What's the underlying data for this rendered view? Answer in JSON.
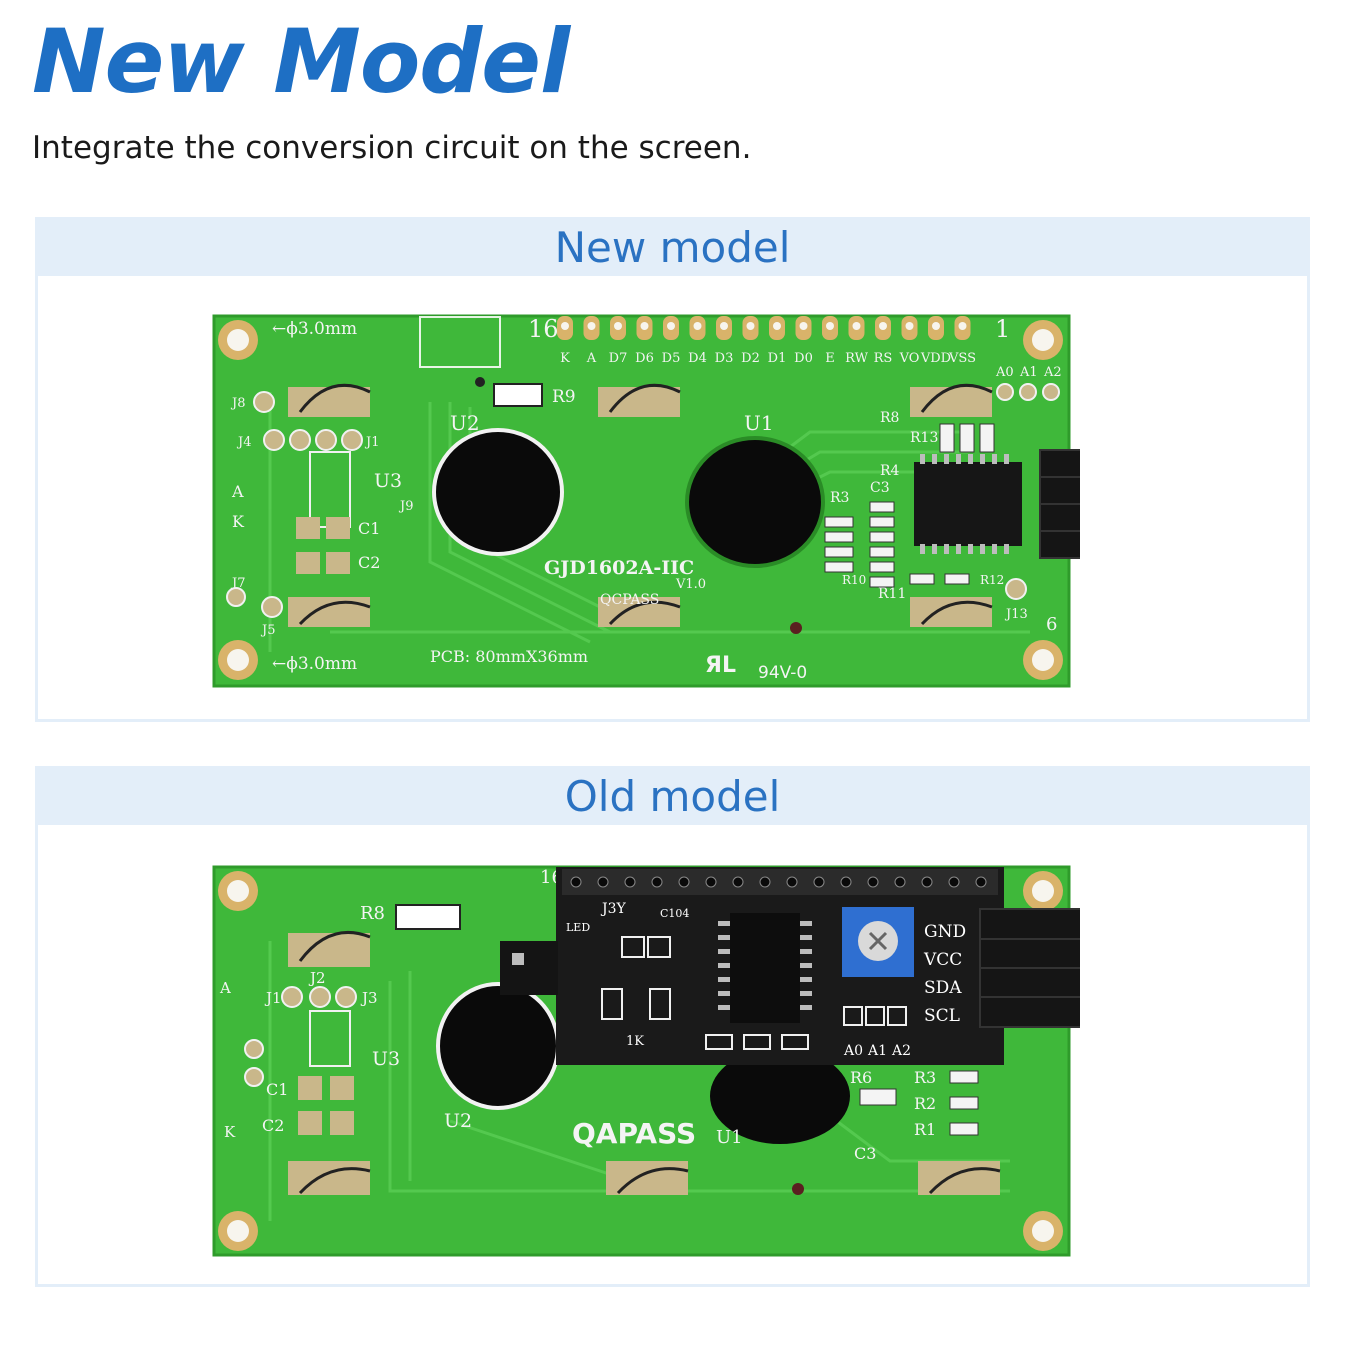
{
  "page": {
    "headline": "New Model",
    "subtitle": "Integrate the conversion circuit on the screen."
  },
  "panels": {
    "new": {
      "label": "New model",
      "board": {
        "pin_start": "16",
        "pin_end": "1",
        "pin_labels": [
          "K",
          "A",
          "D7",
          "D6",
          "D5",
          "D4",
          "D3",
          "D2",
          "D1",
          "D0",
          "E",
          "RW",
          "RS",
          "VO",
          "VDD",
          "VSS"
        ],
        "hole_top": "←ϕ3.0mm",
        "hole_bottom": "←ϕ3.0mm",
        "u2": "U2",
        "u1": "U1",
        "u3": "U3",
        "model": "GJD1602A-IIC",
        "version": "V1.0",
        "qc": "QCPASS",
        "pcb_size": "PCB: 80mmX36mm",
        "rating": "94V-0",
        "j8": "J8",
        "j4": "J4",
        "j1": "J1",
        "j7": "J7",
        "j5": "J5",
        "j9": "J9",
        "j13": "J13",
        "side_a": "A",
        "side_k": "K",
        "c1": "C1",
        "c2": "C2",
        "c3": "C3",
        "r9": "R9",
        "r8": "R8",
        "r13": "R13",
        "r4": "R4",
        "r3": "R3",
        "r10": "R10",
        "r11": "R11",
        "r12": "R12",
        "a0": "A0",
        "a1": "A1",
        "a2": "A2",
        "pin6": "6"
      }
    },
    "old": {
      "label": "Old model",
      "board": {
        "pin_start": "16",
        "r8": "R8",
        "j1": "J1",
        "j2": "J2",
        "j3": "J3",
        "u3": "U3",
        "u2": "U2",
        "u1": "U1",
        "side_a": "A",
        "side_k": "K",
        "c1": "C1",
        "c2": "C2",
        "c3": "C3",
        "brand": "QAPASS",
        "r6": "R6",
        "r3": "R3",
        "r2": "R2",
        "r1": "R1",
        "header_labels": [
          "GND",
          "VCC",
          "SDA",
          "SCL"
        ],
        "addr_labels": [
          "A0",
          "A1",
          "A2"
        ],
        "j3y": "J3Y",
        "c104": "C104",
        "led": "LED",
        "led_r": "1K"
      }
    }
  },
  "colors": {
    "headline": "#1e6fc4",
    "panel_label": "#2a72c2",
    "panel_bg": "#e3eef9",
    "pcb_green": "#3fb83a",
    "wire_yellow": "#f3c21a",
    "wire_orange": "#f0892a",
    "wire_red": "#e02a22",
    "wire_brown": "#9b5a35"
  }
}
